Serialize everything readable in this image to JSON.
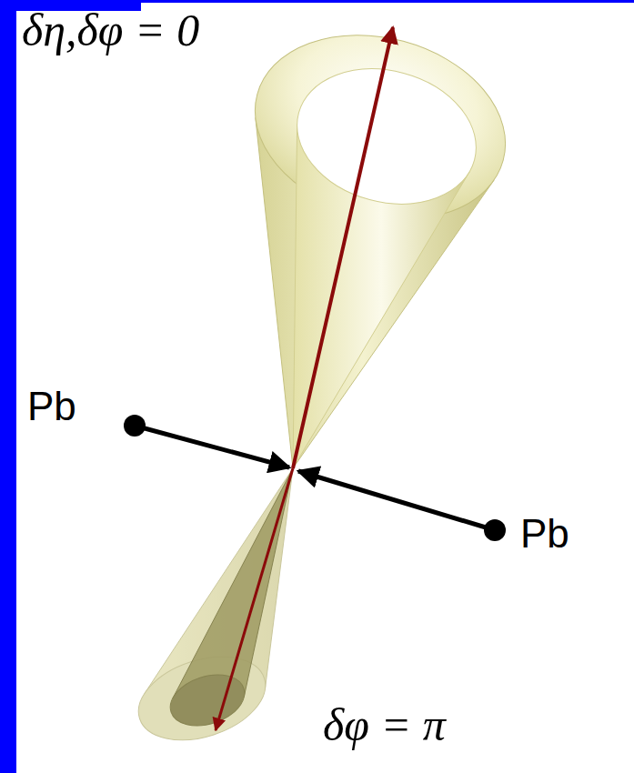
{
  "diagram": {
    "labels": [
      "δη,δφ = 0",
      "Pb",
      "Pb",
      "δφ = π"
    ]
  }
}
